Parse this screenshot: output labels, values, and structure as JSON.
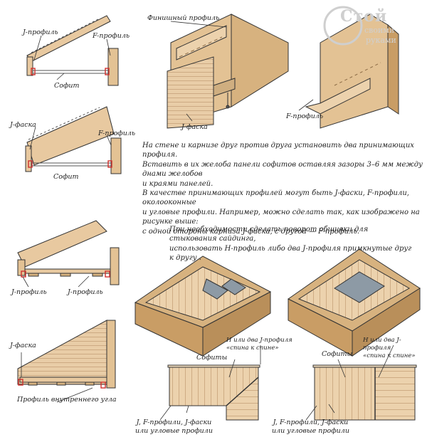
{
  "labels": {
    "j_profile_1": "J-профиль",
    "f_profile_1": "F-профиль",
    "sofit_1": "Софит",
    "j_faska_1": "J-фаска",
    "f_profile_2": "F-профиль",
    "sofit_2": "Софит",
    "finish_profile": "Финишный профиль",
    "j_faska_center": "J-фаска",
    "f_profile_right": "F-профиль",
    "j_profile_3": "J-профиль",
    "j_profile_4": "J-профиль",
    "j_faska_3": "J-фаска",
    "inner_corner_profile": "Профиль внутреннего угла",
    "sofity_left": "Софиты",
    "sofity_right": "Софиты",
    "h_or_two_j_left": "Н или два J-профиля\n«спина к спине»",
    "h_or_two_j_right": "Н или два J-профиля\n«спина к спине»",
    "profiles_left": "J, F-профили, J-фаски\nили угловые профили",
    "profiles_right": "J, F-профили, J-фаски\nили угловые профили"
  },
  "paragraph1": "На стене и карнизе друг против друга установить два принимающих профиля.\nВставить в их желоба панели софитов оставляя зазоры 3–6 мм между днами желобов\nи краями панелей.\nВ качестве принимающих профилей могут быть J-фаски, F-профили, околооконные\nи угловые профили. Например, можно сделать так, как изображено на рисунке выше:\nс одной стороны карниза J-фаска, с другой — F-профиль.",
  "paragraph2": "При необходимости сделать поворот обшивки для стыкования сайдинга,\nиспользовать Н-профиль либо два J-профиля примкнутые друг к другу .",
  "watermark": {
    "letters": "Стой",
    "line1": "своими",
    "line2": "руками"
  },
  "colors": {
    "wood": "#e8c9a0",
    "wood_dark": "#c9a272",
    "panel_grey": "#8d9aa5",
    "red_mark": "#d0312d"
  }
}
